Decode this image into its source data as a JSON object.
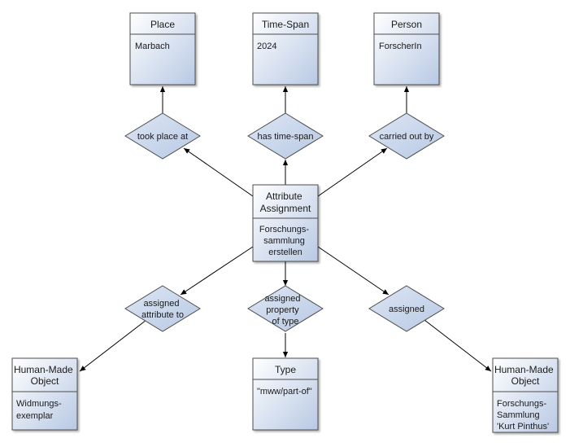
{
  "colors": {
    "node_fill_top": "#ffffff",
    "node_fill_bottom": "#b8c9e4",
    "node_stroke": "#4d4d4d",
    "diamond_fill": "#c7d5ec",
    "edge": "#000000"
  },
  "nodes": {
    "place": {
      "title": [
        "Place"
      ],
      "body": [
        "Marbach"
      ]
    },
    "timespan": {
      "title": [
        "Time-Span"
      ],
      "body": [
        "2024"
      ]
    },
    "person": {
      "title": [
        "Person"
      ],
      "body": [
        "ForscherIn"
      ]
    },
    "attribute_assignment": {
      "title": [
        "Attribute",
        "Assignment"
      ],
      "body": [
        "Forschungs-",
        "sammlung",
        "erstellen"
      ]
    },
    "human_made_object_left": {
      "title": [
        "Human-Made",
        "Object"
      ],
      "body": [
        "Widmungs-",
        "exemplar"
      ]
    },
    "type": {
      "title": [
        "Type"
      ],
      "body": [
        "\"mww/part-of\""
      ]
    },
    "human_made_object_right": {
      "title": [
        "Human-Made",
        "Object"
      ],
      "body": [
        "Forschungs-",
        "Sammlung",
        "'Kurt Pinthus'"
      ]
    }
  },
  "relations": {
    "took_place_at": [
      "took place at"
    ],
    "has_time_span": [
      "has time-span"
    ],
    "carried_out_by": [
      "carried out by"
    ],
    "assigned_attribute_to": [
      "assigned",
      "attribute to"
    ],
    "assigned_property_of_type": [
      "assigned",
      "property",
      "of type"
    ],
    "assigned": [
      "assigned"
    ]
  }
}
